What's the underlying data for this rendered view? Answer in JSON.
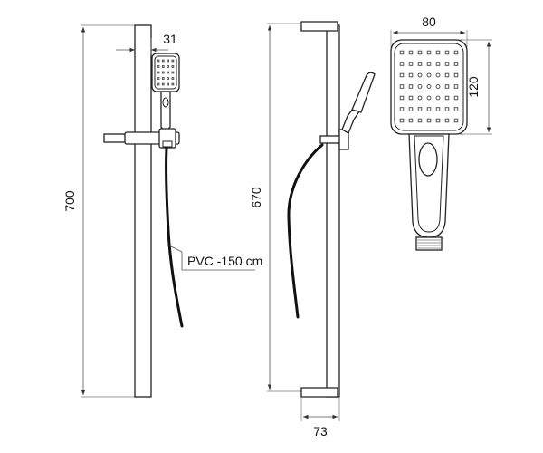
{
  "dimensions": {
    "bar_height_front": "700",
    "bar_height_side": "670",
    "slider_width": "31",
    "head_width": "80",
    "head_height": "120",
    "wall_offset": "73"
  },
  "labels": {
    "hose": "PVC -150 cm"
  }
}
